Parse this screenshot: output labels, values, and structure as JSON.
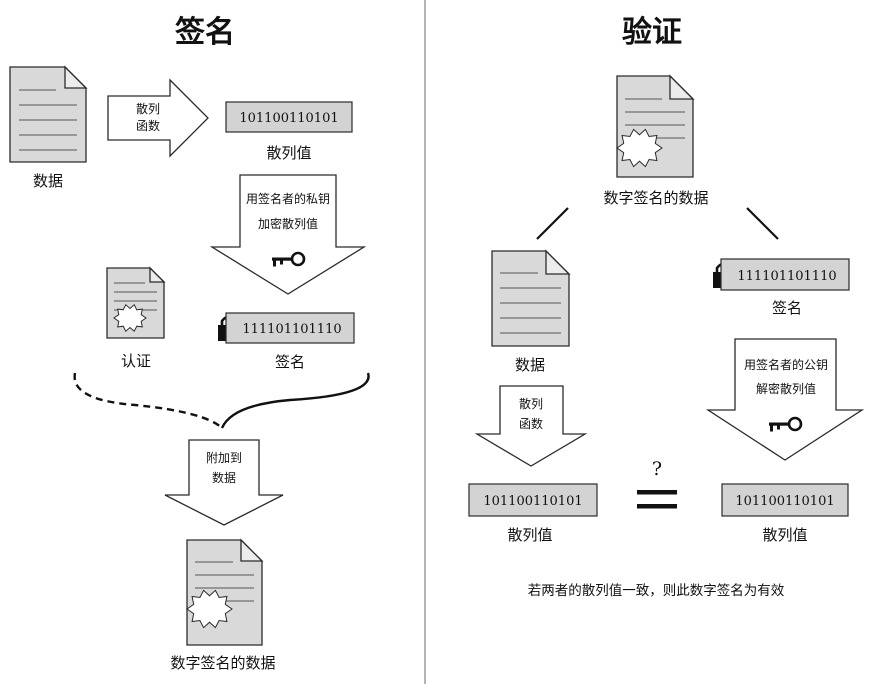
{
  "signing": {
    "title": "签名",
    "data_label": "数据",
    "hash_arrow_label": [
      "散列",
      "函数"
    ],
    "hash_value": "101100110101",
    "hash_value_label": "散列值",
    "encrypt_arrow_label": [
      "用签名者的私钥",
      "加密散列值"
    ],
    "cert_label": "认证",
    "signature_value": "111101101110",
    "signature_label": "签名",
    "attach_arrow_label": [
      "附加到",
      "数据"
    ],
    "signed_data_label": "数字签名的数据"
  },
  "verification": {
    "title": "验证",
    "signed_data_label": "数字签名的数据",
    "data_label": "数据",
    "signature_value": "111101101110",
    "signature_label": "签名",
    "hash_arrow_label": [
      "散列",
      "函数"
    ],
    "decrypt_arrow_label": [
      "用签名者的公钥",
      "解密散列值"
    ],
    "question_mark": "?",
    "hash_value_left": "101100110101",
    "hash_value_left_label": "散列值",
    "hash_value_right": "101100110101",
    "hash_value_right_label": "散列值",
    "conclusion": "若两者的散列值一致，则此数字签名为有效"
  }
}
